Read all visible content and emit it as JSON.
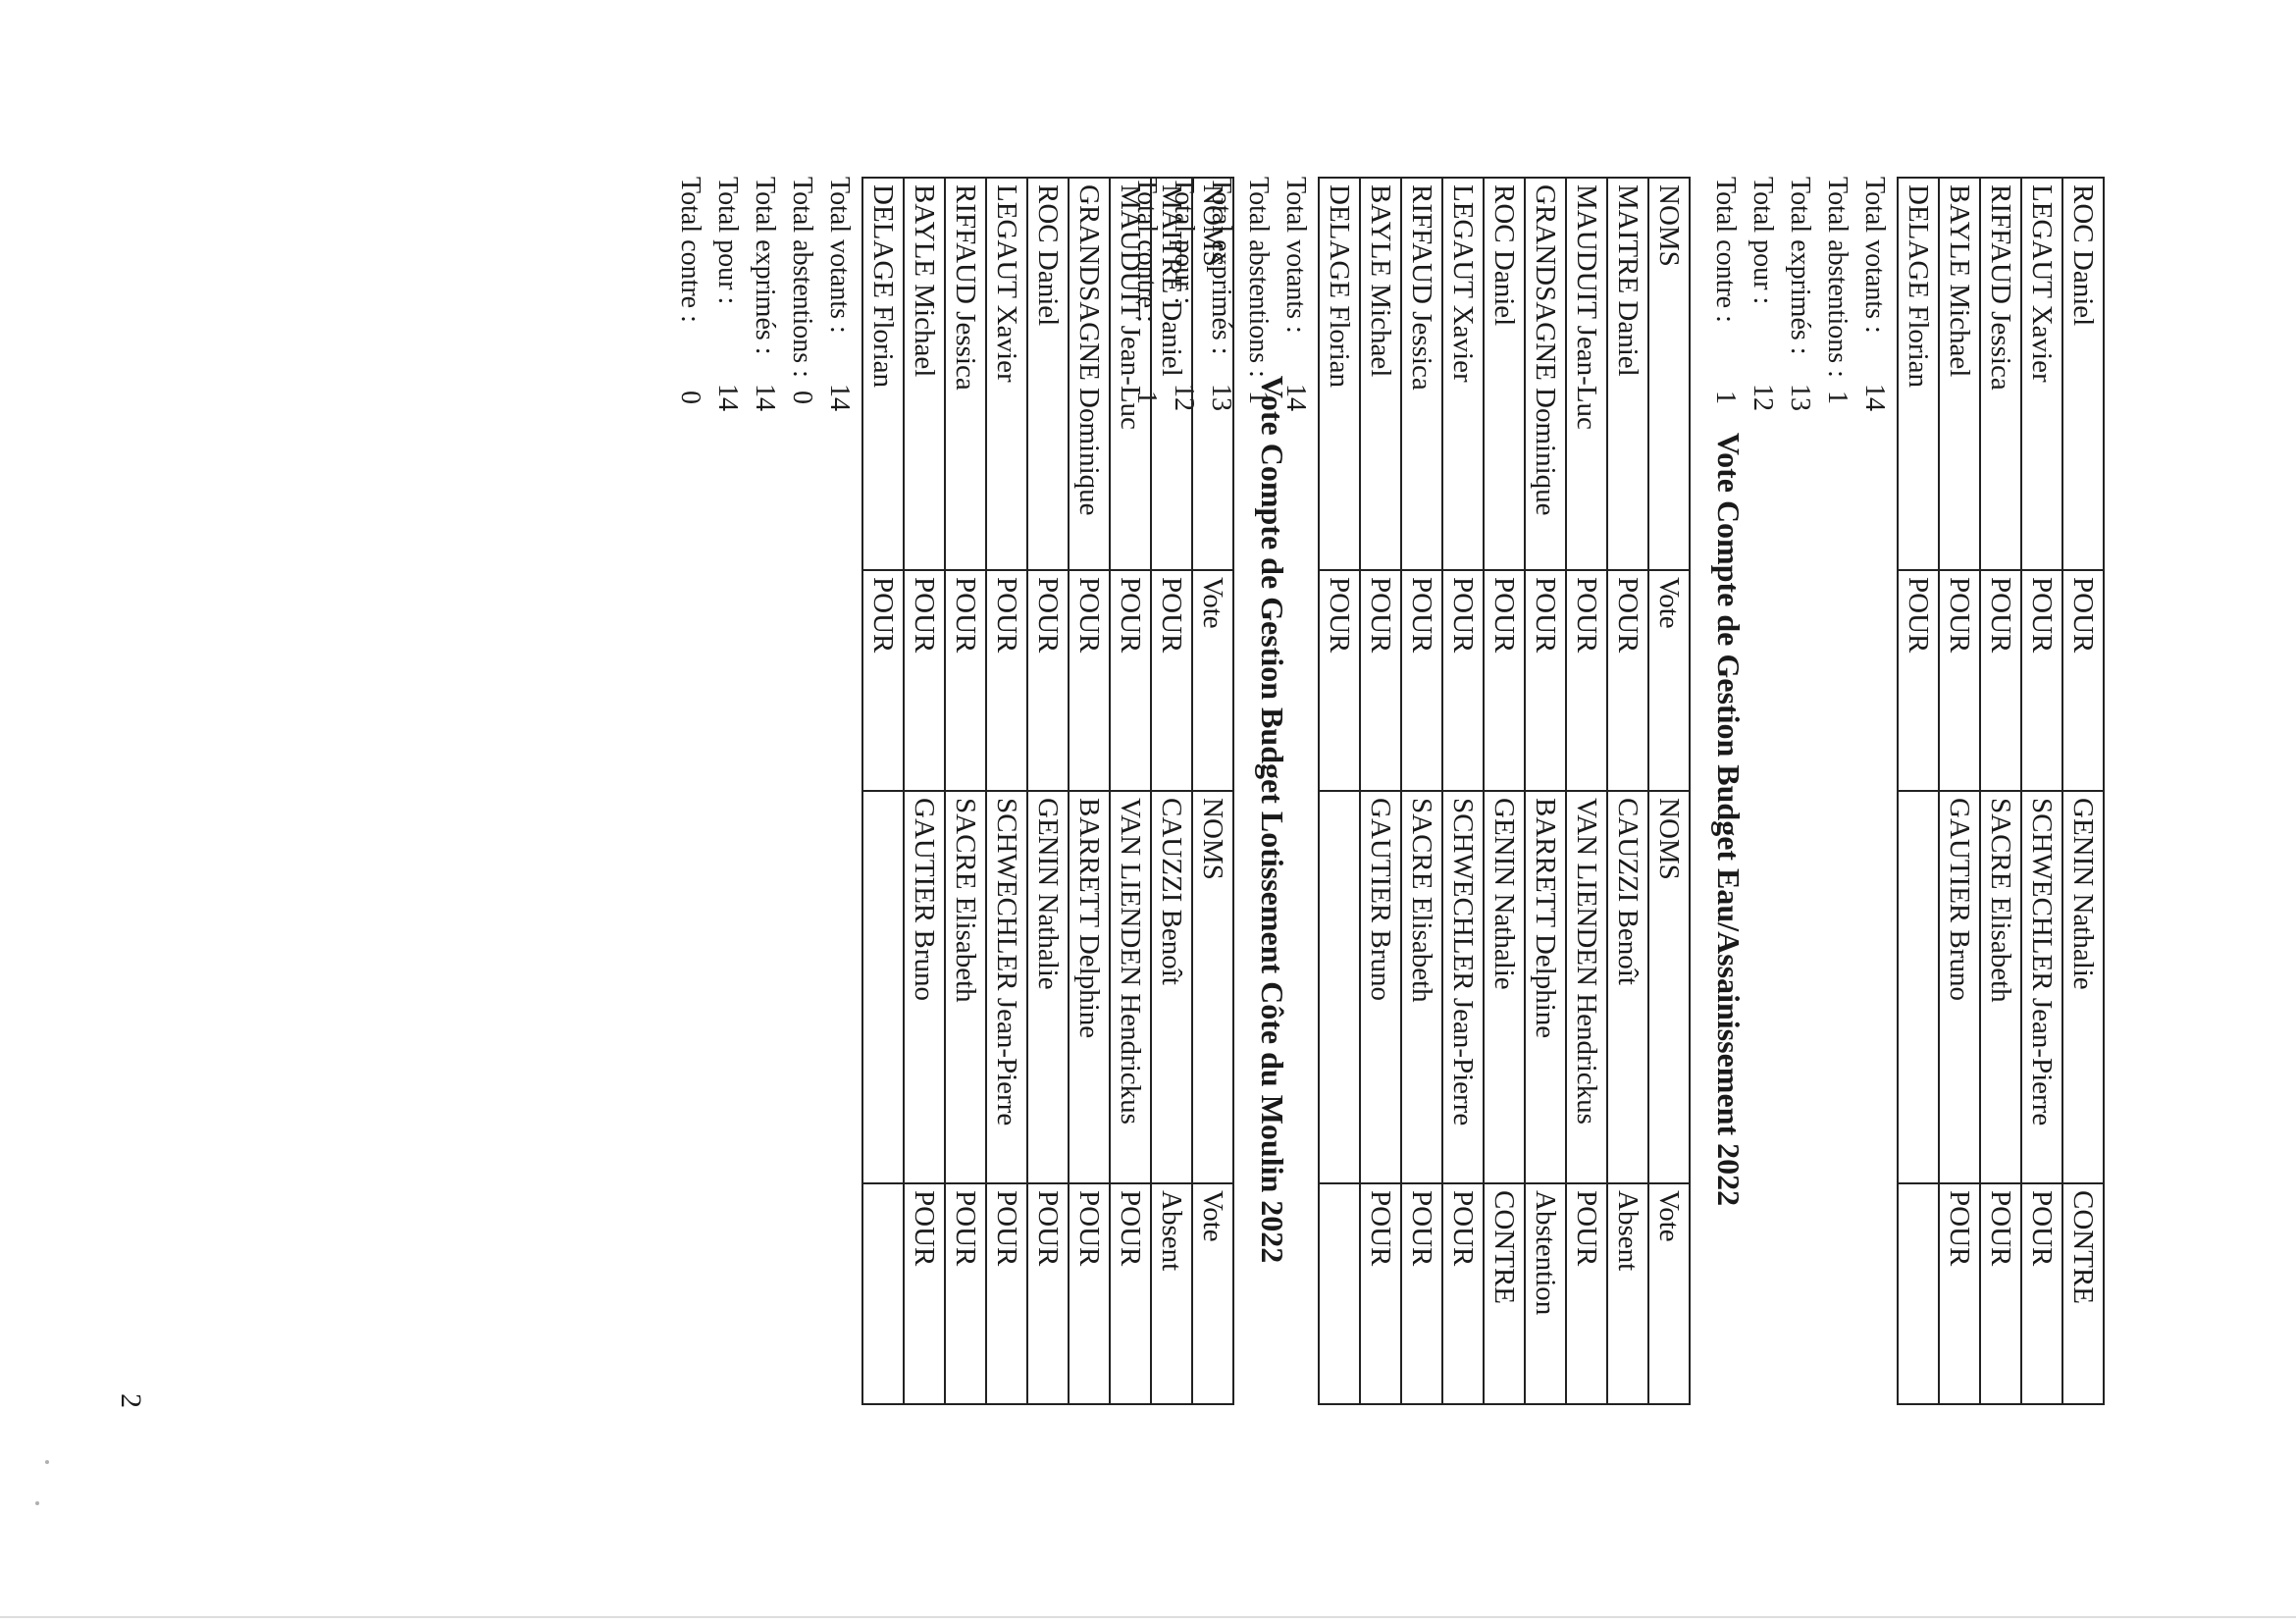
{
  "section1": {
    "rows": [
      {
        "n1": "ROC Daniel",
        "v1": "POUR",
        "n2": "GENIN Nathalie",
        "v2": "CONTRE"
      },
      {
        "n1": "LEGAUT Xavier",
        "v1": "POUR",
        "n2": "SCHWECHLER Jean-Pierre",
        "v2": "POUR"
      },
      {
        "n1": "RIFFAUD Jessica",
        "v1": "POUR",
        "n2": "SACRE Elisabeth",
        "v2": "POUR"
      },
      {
        "n1": "BAYLE Michael",
        "v1": "POUR",
        "n2": "GAUTIER Bruno",
        "v2": "POUR"
      },
      {
        "n1": "DELAGE Florian",
        "v1": "POUR",
        "n2": "",
        "v2": ""
      }
    ],
    "totals": [
      {
        "label": "Total votants :",
        "value": "14"
      },
      {
        "label": "Total abstentions :",
        "value": "1"
      },
      {
        "label": "Total exprimés :",
        "value": "13"
      },
      {
        "label": "Total pour :",
        "value": "12"
      },
      {
        "label": "Total contre :",
        "value": "1"
      }
    ]
  },
  "section2": {
    "title": "Vote Compte de Gestion Budget Eau/Assainissement 2022",
    "header": {
      "n1": "NOMS",
      "v1": "Vote",
      "n2": "NOMS",
      "v2": "Vote"
    },
    "rows": [
      {
        "n1": "MAITRE Daniel",
        "v1": "POUR",
        "n2": "CAUZZI Benoît",
        "v2": "Absent"
      },
      {
        "n1": "MAUDUIT Jean-Luc",
        "v1": "POUR",
        "n2": "VAN LIENDEN Hendrickus",
        "v2": "POUR"
      },
      {
        "n1": "GRANDSAGNE Dominique",
        "v1": "POUR",
        "n2": "BARRETT Delphine",
        "v2": "Abstention"
      },
      {
        "n1": "ROC Daniel",
        "v1": "POUR",
        "n2": "GENIN Nathalie",
        "v2": "CONTRE"
      },
      {
        "n1": "LEGAUT Xavier",
        "v1": "POUR",
        "n2": "SCHWECHLER Jean-Pierre",
        "v2": "POUR"
      },
      {
        "n1": "RIFFAUD Jessica",
        "v1": "POUR",
        "n2": "SACRE Elisabeth",
        "v2": "POUR"
      },
      {
        "n1": "BAYLE Michael",
        "v1": "POUR",
        "n2": "GAUTIER Bruno",
        "v2": "POUR"
      },
      {
        "n1": "DELAGE Florian",
        "v1": "POUR",
        "n2": "",
        "v2": ""
      }
    ],
    "totals": [
      {
        "label": "Total votants :",
        "value": "14"
      },
      {
        "label": "Total abstentions :",
        "value": "1"
      },
      {
        "label": "Total exprimés :",
        "value": "13"
      },
      {
        "label": "Total pour :",
        "value": "12"
      },
      {
        "label": "Total contre :",
        "value": "1"
      }
    ]
  },
  "section3": {
    "title": "Vote Compte de Gestion Budget Lotissement Côte du Moulin 2022",
    "header": {
      "n1": "NOMS",
      "v1": "Vote",
      "n2": "NOMS",
      "v2": "Vote"
    },
    "rows": [
      {
        "n1": "MAITRE Daniel",
        "v1": "POUR",
        "n2": "CAUZZI Benoît",
        "v2": "Absent"
      },
      {
        "n1": "MAUDUIT Jean-Luc",
        "v1": "POUR",
        "n2": "VAN LIENDEN Hendrickus",
        "v2": "POUR"
      },
      {
        "n1": "GRANDSAGNE Dominique",
        "v1": "POUR",
        "n2": "BARRETT Delphine",
        "v2": "POUR"
      },
      {
        "n1": "ROC Daniel",
        "v1": "POUR",
        "n2": "GENIN Nathalie",
        "v2": "POUR"
      },
      {
        "n1": "LEGAUT Xavier",
        "v1": "POUR",
        "n2": "SCHWECHLER Jean-Pierre",
        "v2": "POUR"
      },
      {
        "n1": "RIFFAUD Jessica",
        "v1": "POUR",
        "n2": "SACRE Elisabeth",
        "v2": "POUR"
      },
      {
        "n1": "BAYLE Michael",
        "v1": "POUR",
        "n2": "GAUTIER Bruno",
        "v2": "POUR"
      },
      {
        "n1": "DELAGE Florian",
        "v1": "POUR",
        "n2": "",
        "v2": ""
      }
    ],
    "totals": [
      {
        "label": "Total votants :",
        "value": "14"
      },
      {
        "label": "Total abstentions :",
        "value": "0"
      },
      {
        "label": "Total exprimés :",
        "value": "14"
      },
      {
        "label": "Total pour :",
        "value": "14"
      },
      {
        "label": "Total contre :",
        "value": "0"
      }
    ]
  },
  "page_number": "2"
}
